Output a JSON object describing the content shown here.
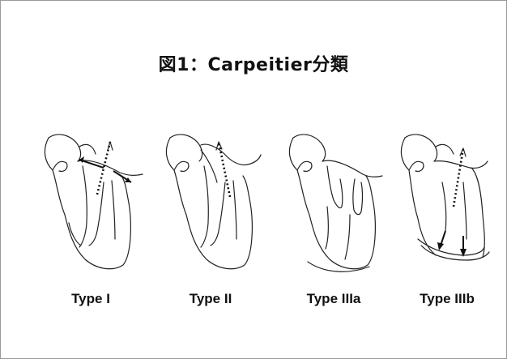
{
  "figure": {
    "title": "図1：Carpeitier分類",
    "panels": [
      {
        "label": "Type I",
        "icon": "heart-mitral-type-i"
      },
      {
        "label": "Type II",
        "icon": "heart-mitral-type-ii"
      },
      {
        "label": "Type IIIa",
        "icon": "heart-mitral-type-iiia"
      },
      {
        "label": "Type IIIb",
        "icon": "heart-mitral-type-iiib"
      }
    ]
  }
}
